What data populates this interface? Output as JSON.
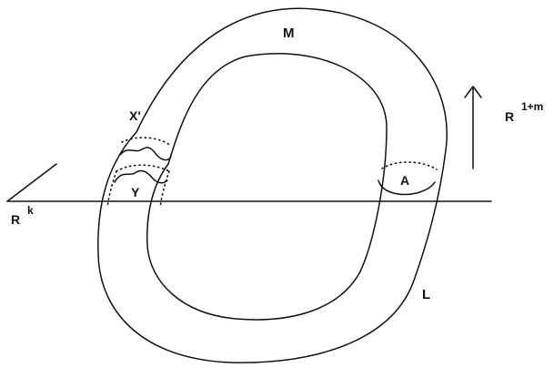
{
  "labels": {
    "M": "M",
    "X_prime": "X'",
    "Y": "Y",
    "A": "A",
    "L": "L",
    "R_k_base": "R",
    "R_k_exp": "k",
    "R_1m_base": "R",
    "R_1m_exp": "1+m"
  }
}
